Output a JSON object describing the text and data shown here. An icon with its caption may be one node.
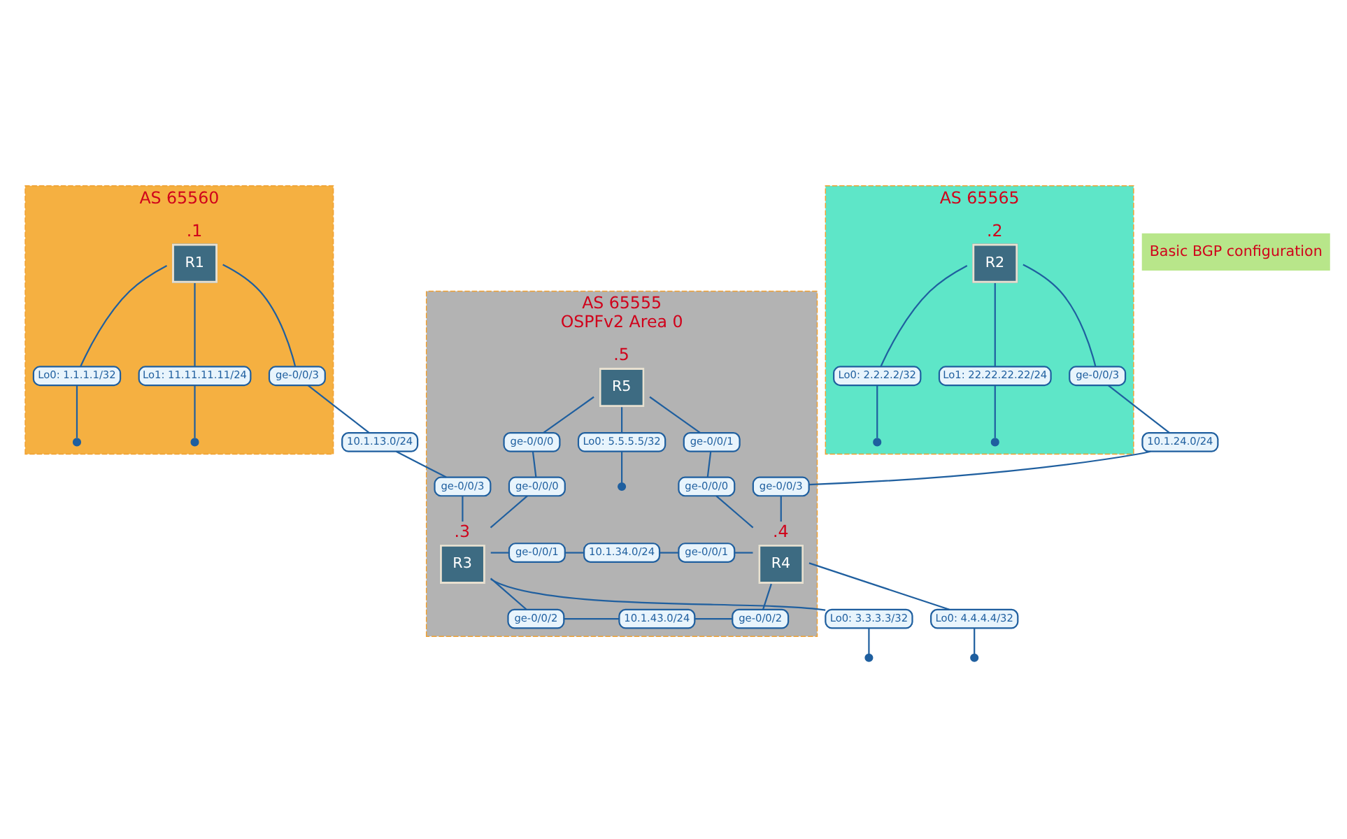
{
  "diagram": {
    "nodes": [
      {
        "text": [
          "AS 65560"
        ]
      },
      {
        "text": [
          "R1"
        ],
        "in": 0,
        "beside": [
          ".1"
        ]
      },
      {
        "text": [
          "Lo0: 1.1.1.1/32"
        ],
        "in": 0
      },
      {
        "text": [],
        "shape": "circle",
        "in": 0
      },
      {
        "text": [
          "Lo1: 11.11.11.11/24"
        ],
        "in": 0
      },
      {
        "text": [],
        "shape": "circle",
        "in": 0
      },
      {
        "text": [
          "ge-0/0/3"
        ],
        "in": 0
      },
      {
        "text": [
          "AS 65565"
        ]
      },
      {
        "text": [
          "R2"
        ],
        "in": 7,
        "beside": [
          ".2"
        ]
      },
      {
        "text": [
          "Lo0: 2.2.2.2/32"
        ],
        "in": 7
      },
      {
        "text": [],
        "shape": "circle",
        "in": 7
      },
      {
        "text": [
          "Lo1: 22.22.22.22/24"
        ],
        "in": 7
      },
      {
        "text": [],
        "shape": "circle",
        "in": 7
      },
      {
        "text": [
          "ge-0/0/3"
        ],
        "in": 7
      },
      {
        "text": [
          "10.1.13.0/24"
        ]
      },
      {
        "text": [
          "10.1.24.0/24"
        ]
      },
      {
        "text": [
          "AS 65555",
          "OSPFv2 Area 0"
        ]
      },
      {
        "text": [
          "Lo0: 5.5.5.5/32"
        ],
        "in": 16
      },
      {
        "text": [],
        "shape": "circle",
        "in": 16
      },
      {
        "text": [
          "R5"
        ],
        "in": 16,
        "beside": [
          ".5"
        ]
      },
      {
        "text": [
          "ge-0/0/0"
        ],
        "in": 16
      },
      {
        "text": [
          "ge-0/0/1"
        ],
        "in": 16
      },
      {
        "text": [
          "ge-0/0/3"
        ],
        "in": 16
      },
      {
        "text": [
          "ge-0/0/3"
        ],
        "in": 16
      },
      {
        "text": [
          "ge-0/0/0"
        ],
        "in": 16
      },
      {
        "text": [
          "ge-0/0/0"
        ],
        "in": 16
      },
      {
        "text": [
          "R3"
        ],
        "in": 16,
        "beside": [
          ".3"
        ]
      },
      {
        "text": [
          "ge-0/0/1"
        ],
        "in": 16
      },
      {
        "text": [
          "10.1.34.0/24"
        ],
        "in": 16
      },
      {
        "text": [
          "ge-0/0/1"
        ],
        "in": 16
      },
      {
        "text": [
          "R4"
        ],
        "in": 16,
        "beside": [
          ".4"
        ]
      },
      {
        "text": [
          "ge-0/0/2"
        ],
        "in": 16
      },
      {
        "text": [
          "10.1.43.0/24"
        ],
        "in": 16
      },
      {
        "text": [
          "ge-0/0/2"
        ],
        "in": 16
      },
      {
        "text": [
          "Lo0: 3.3.3.3/32"
        ]
      },
      {
        "text": [],
        "shape": "circle"
      },
      {
        "text": [
          "Lo0: 4.4.4.4/32"
        ]
      },
      {
        "text": [],
        "shape": "circle"
      }
    ],
    "edges": [
      {
        "from": 1,
        "to": 2,
        "arrow": "none"
      },
      {
        "from": 2,
        "to": 3,
        "arrow": "none"
      },
      {
        "from": 1,
        "to": 4,
        "arrow": "none"
      },
      {
        "from": 4,
        "to": 5,
        "arrow": "none"
      },
      {
        "from": 1,
        "to": 6,
        "arrow": "none"
      },
      {
        "from": 6,
        "to": 14,
        "arrow": "none"
      },
      {
        "from": 14,
        "to": 22,
        "arrow": "none"
      },
      {
        "from": 22,
        "to": 26,
        "arrow": "none"
      },
      {
        "from": 8,
        "to": 9,
        "arrow": "none"
      },
      {
        "from": 9,
        "to": 10,
        "arrow": "none"
      },
      {
        "from": 8,
        "to": 11,
        "arrow": "none"
      },
      {
        "from": 11,
        "to": 12,
        "arrow": "none"
      },
      {
        "from": 8,
        "to": 13,
        "arrow": "none"
      },
      {
        "from": 13,
        "to": 15,
        "arrow": "none"
      },
      {
        "from": 15,
        "to": 23,
        "arrow": "none"
      },
      {
        "from": 23,
        "to": 30,
        "arrow": "none"
      },
      {
        "from": 19,
        "to": 17,
        "arrow": "none"
      },
      {
        "from": 17,
        "to": 18,
        "arrow": "none"
      },
      {
        "from": 19,
        "to": 20,
        "arrow": "none"
      },
      {
        "from": 20,
        "to": 24,
        "arrow": "none"
      },
      {
        "from": 24,
        "to": 26,
        "arrow": "none"
      },
      {
        "from": 19,
        "to": 21,
        "arrow": "none"
      },
      {
        "from": 21,
        "to": 25,
        "arrow": "none"
      },
      {
        "from": 25,
        "to": 30,
        "arrow": "none"
      },
      {
        "from": 26,
        "to": 27,
        "arrow": "none"
      },
      {
        "from": 27,
        "to": 28,
        "arrow": "none"
      },
      {
        "from": 28,
        "to": 29,
        "arrow": "none"
      },
      {
        "from": 29,
        "to": 30,
        "arrow": "none"
      },
      {
        "from": 26,
        "to": 31,
        "arrow": "none"
      },
      {
        "from": 31,
        "to": 32,
        "arrow": "none"
      },
      {
        "from": 32,
        "to": 33,
        "arrow": "none"
      },
      {
        "from": 33,
        "to": 30,
        "arrow": "none"
      },
      {
        "from": 26,
        "to": 34,
        "arrow": "none"
      },
      {
        "from": 34,
        "to": 35,
        "arrow": "none"
      },
      {
        "from": 30,
        "to": 36,
        "arrow": "none"
      },
      {
        "from": 36,
        "to": 37,
        "arrow": "none"
      }
    ],
    "labels": [
      "Basic BGP configuration"
    ]
  }
}
